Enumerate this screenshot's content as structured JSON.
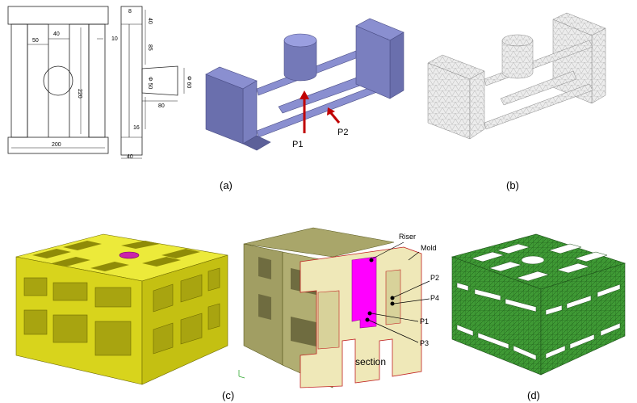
{
  "drawing": {
    "dims": {
      "d40_top": "40",
      "d50": "50",
      "d10": "10",
      "d220": "220",
      "d200": "200",
      "d8": "8",
      "d40_side": "40",
      "d85": "85",
      "d50_dia": "Φ 50",
      "d60_dia": "Φ 60",
      "d80": "80",
      "d16": "16",
      "d40_bottom": "40"
    }
  },
  "panels": {
    "a": {
      "caption": "(a)",
      "points": [
        "P1",
        "P2"
      ]
    },
    "b": {
      "caption": "(b)"
    },
    "c": {
      "caption": "(c)",
      "labels": {
        "riser": "Riser",
        "mold": "Mold",
        "p1": "P1",
        "p2": "P2",
        "p3": "P3",
        "p4": "P4",
        "section": "section"
      }
    },
    "d": {
      "caption": "(d)"
    }
  },
  "colors": {
    "casting_blue": "#7a7fbf",
    "mesh_grey": "#e8e8e8",
    "mold_yellow": "#e6e21a",
    "mold_section": "#eee7b0",
    "riser_magenta": "#ff00ff",
    "mesh_green": "#3f9a35",
    "arrow_red": "#c00000"
  }
}
